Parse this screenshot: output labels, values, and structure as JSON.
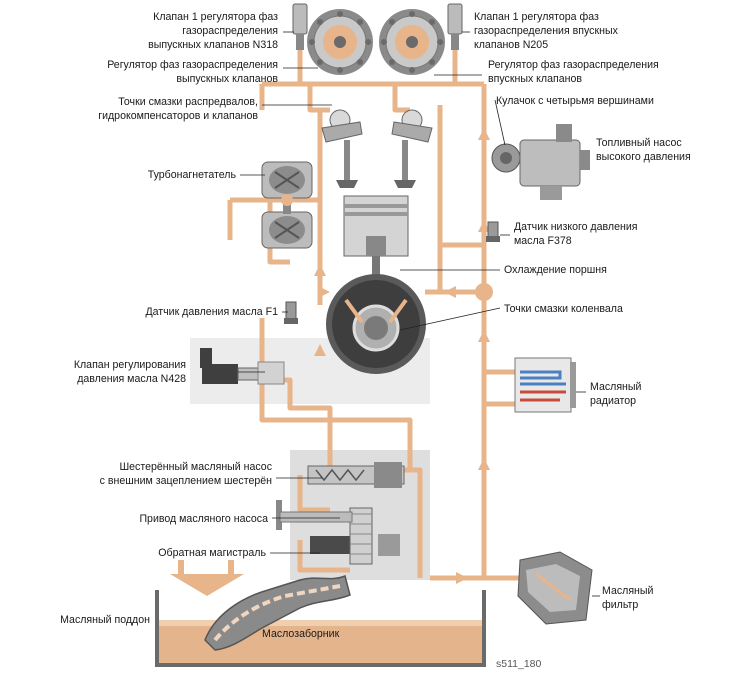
{
  "labels": {
    "n318_l1": "Клапан 1 регулятора фаз",
    "n318_l2": "газораспределения",
    "n318_l3": "выпускных клапанов N318",
    "exh_reg_l1": "Регулятор фаз газораспределения",
    "exh_reg_l2": "выпускных клапанов",
    "lube_l1": "Точки смазки распредвалов,",
    "lube_l2": "гидрокомпенсаторов и клапанов",
    "turbo": "Турбонагнетатель",
    "f1": "Датчик давления масла F1",
    "n428_l1": "Клапан регулирования",
    "n428_l2": "давления масла N428",
    "pump_l1": "Шестерённый масляный насос",
    "pump_l2": "с внешним зацеплением шестерён",
    "drive": "Привод масляного насоса",
    "return": "Обратная магистраль",
    "sump": "Масляный поддон",
    "pickup": "Маслозаборник",
    "n205_l1": "Клапан 1 регулятора фаз",
    "n205_l2": "газораспределения впускных",
    "n205_l3": "клапанов N205",
    "int_reg_l1": "Регулятор фаз газораспределения",
    "int_reg_l2": "впускных клапанов",
    "cam_l1": "Кулачок с четырьмя вершинами",
    "hpfp_l1": "Топливный насос",
    "hpfp_l2": "высокого давления",
    "f378_l1": "Датчик низкого давления",
    "f378_l2": "масла F378",
    "piston_cool": "Охлаждение поршня",
    "crank_lube": "Точки смазки коленвала",
    "cooler_l1": "Масляный",
    "cooler_l2": "радиатор",
    "filter_l1": "Масляный",
    "filter_l2": "фильтр",
    "figure_code": "s511_180"
  },
  "colors": {
    "oil": "#e8b48a",
    "oil_dark": "#c98a55",
    "sump_fill": "#e4b48c",
    "panel": "#e6e6e6",
    "metal": "#9a9a9a",
    "dark_metal": "#4a4a4a",
    "crank": "#5a5a5a",
    "cool_blue": "#4a7fc0",
    "hot_red": "#c84a3a",
    "label": "#1a1a1a"
  }
}
